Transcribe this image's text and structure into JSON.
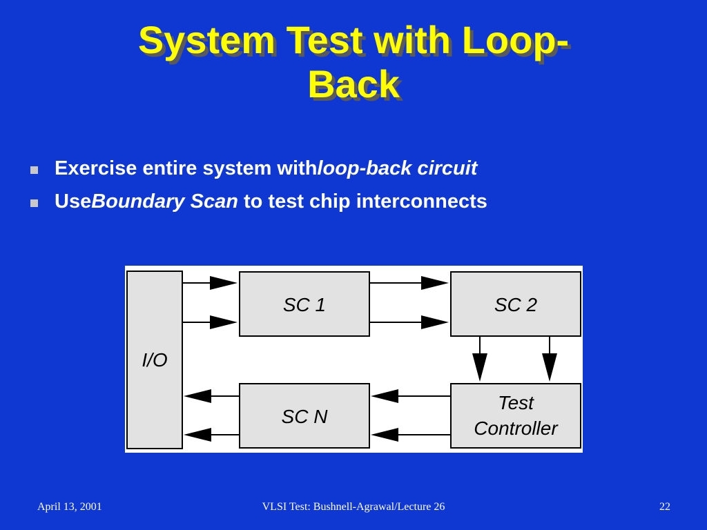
{
  "slide": {
    "title_line1": "System Test with Loop-",
    "title_line2": "Back",
    "bullets": [
      {
        "before": "Exercise entire system with ",
        "italic": "loop-back circuit",
        "after": ""
      },
      {
        "before": "Use ",
        "italic": "Boundary Scan",
        "after": " to test chip interconnects"
      }
    ]
  },
  "diagram": {
    "io_label": "I/O",
    "sc1_label": "SC 1",
    "sc2_label": "SC 2",
    "scn_label": "SC N",
    "test_controller_line1": "Test",
    "test_controller_line2": "Controller"
  },
  "footer": {
    "date": "April 13, 2001",
    "course": "VLSI Test: Bushnell-Agrawal/Lecture 26",
    "page": "22"
  },
  "colors": {
    "background": "#0f38d3",
    "title": "#ffff00",
    "box_fill": "#e2e2e2"
  }
}
